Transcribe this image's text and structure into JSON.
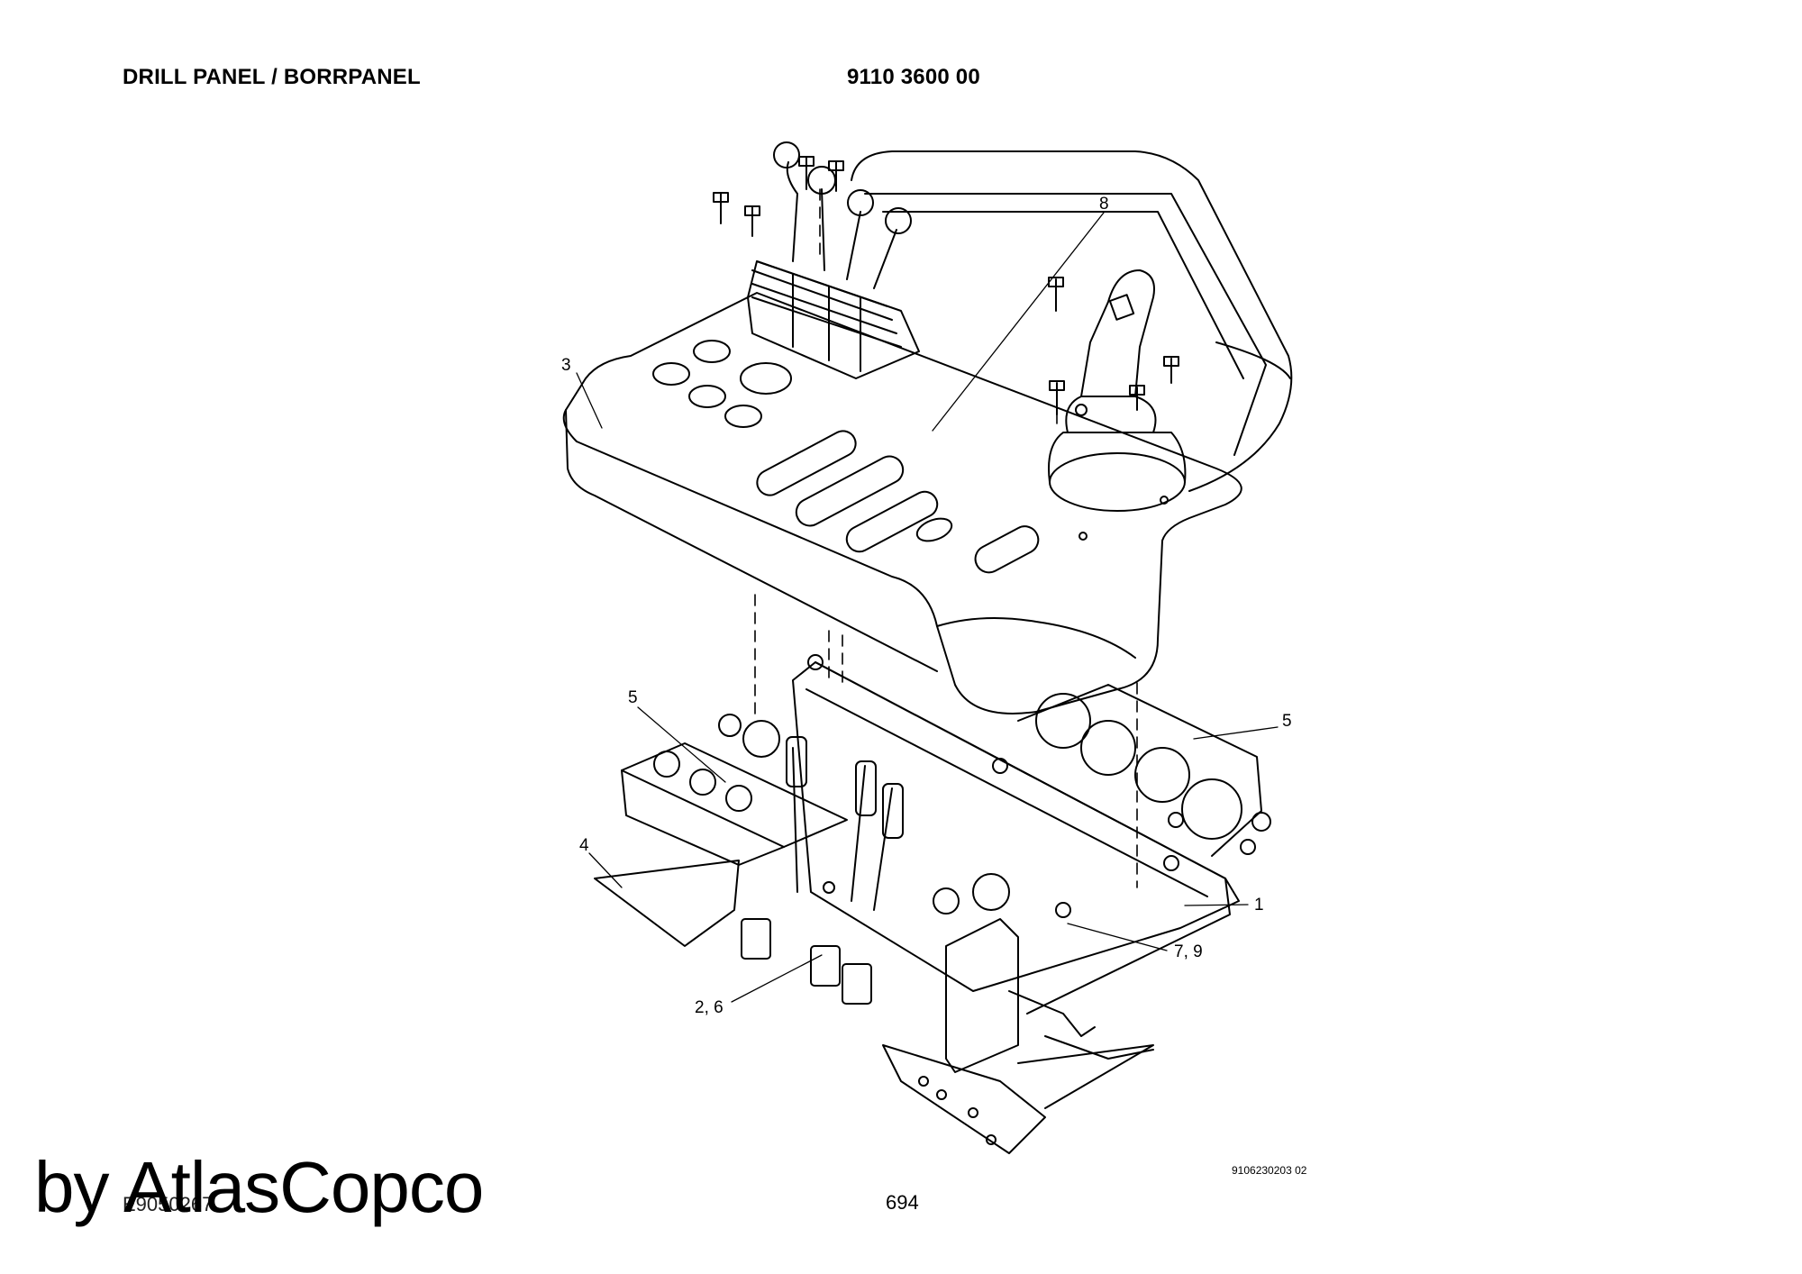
{
  "header": {
    "title": "DRILL PANEL / BORRPANEL",
    "part_number": "9110 3600 00"
  },
  "callouts": [
    {
      "id": "c8",
      "label": "8"
    },
    {
      "id": "c3",
      "label": "3"
    },
    {
      "id": "c5a",
      "label": "5"
    },
    {
      "id": "c5b",
      "label": "5"
    },
    {
      "id": "c4",
      "label": "4"
    },
    {
      "id": "c1",
      "label": "1"
    },
    {
      "id": "c79",
      "label": "7, 9"
    },
    {
      "id": "c26",
      "label": "2, 6"
    }
  ],
  "footer": {
    "drawing_ref": "9106230203 02",
    "doc_ref": "E9050267",
    "page_number": "694",
    "watermark": "by AtlasCopco"
  }
}
